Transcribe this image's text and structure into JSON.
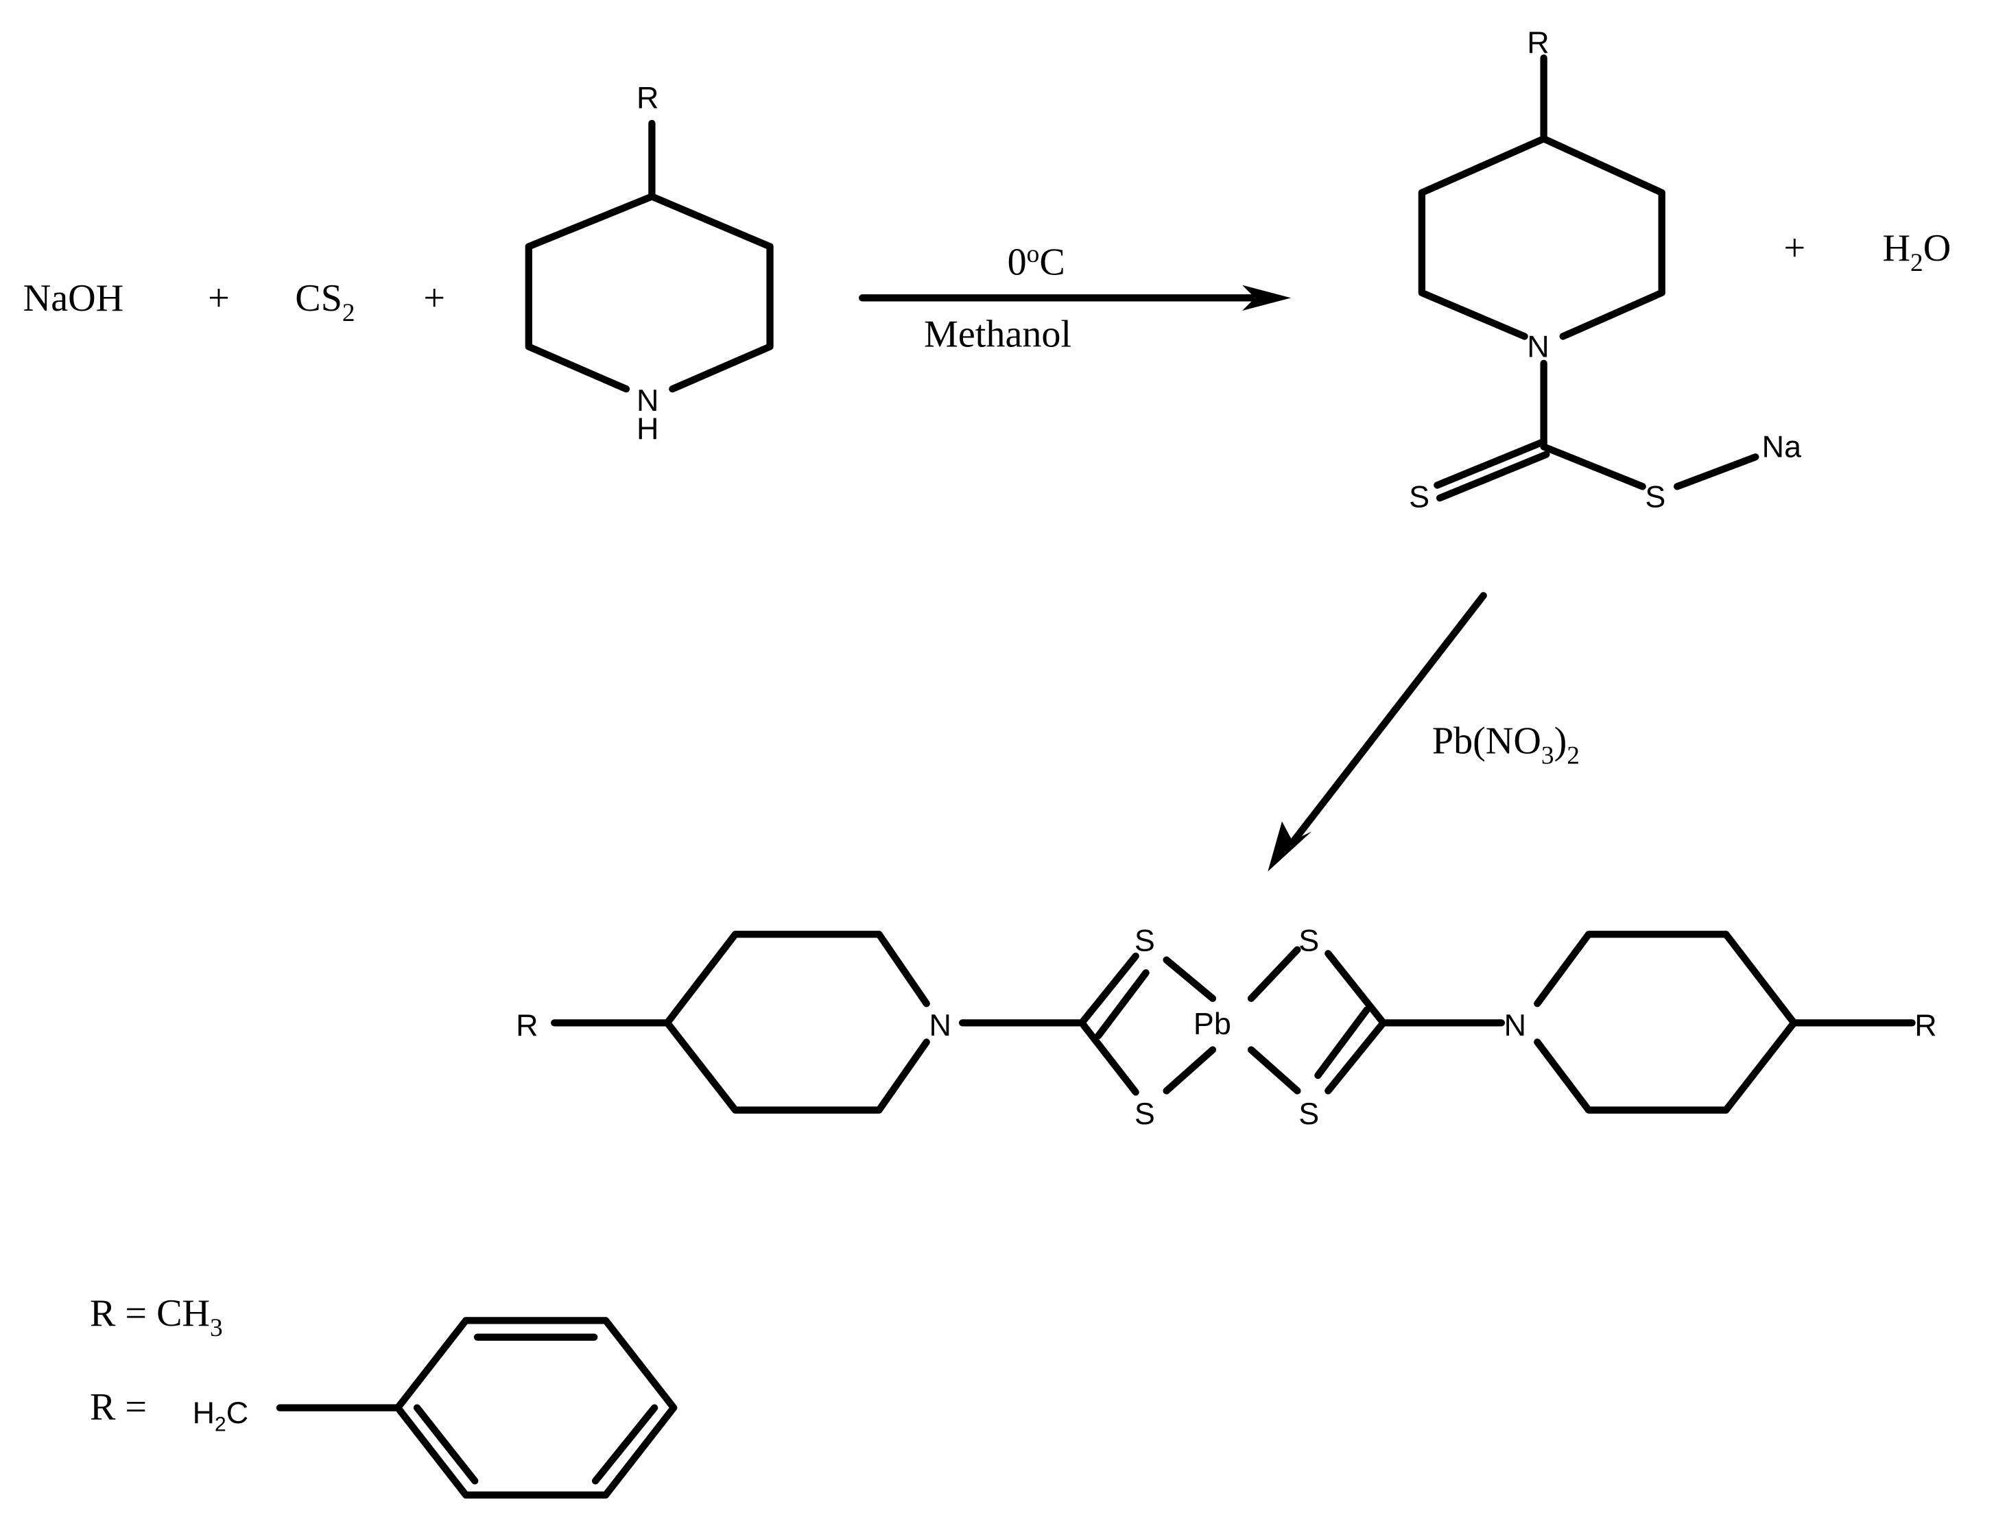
{
  "reactants": {
    "naoh": "NaOH",
    "plus1": "+",
    "cs2_main": "CS",
    "cs2_sub": "2",
    "plus2": "+"
  },
  "piperidine": {
    "r": "R",
    "n": "N",
    "h": "H"
  },
  "arrow1": {
    "temp_num": "0",
    "temp_deg": "o",
    "temp_unit": "C",
    "solvent": "Methanol"
  },
  "product": {
    "r": "R",
    "n": "N",
    "s_left": "S",
    "s_right": "S",
    "na": "Na",
    "plus": "+",
    "h2o_h": "H",
    "h2o_sub": "2",
    "h2o_o": "O"
  },
  "arrow2": {
    "reagent_main": "Pb(NO",
    "reagent_sub1": "3",
    "reagent_paren": ")",
    "reagent_sub2": "2"
  },
  "complex": {
    "r_left": "R",
    "n_left": "N",
    "s_top_left": "S",
    "s_bottom_left": "S",
    "pb": "Pb",
    "s_top_right": "S",
    "s_bottom_right": "S",
    "n_right": "N",
    "r_right": "R"
  },
  "legend": {
    "r1_prefix": "R = CH",
    "r1_sub": "3",
    "r2_prefix": "R =",
    "r2_group_h": "H",
    "r2_group_sub": "2",
    "r2_group_c": "C"
  }
}
